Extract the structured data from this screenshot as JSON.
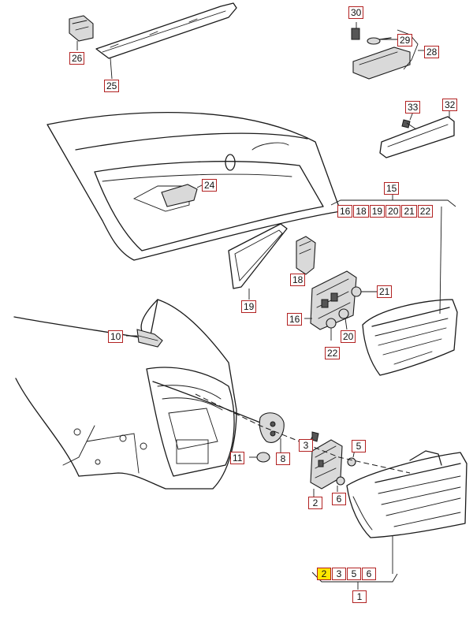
{
  "diagram": {
    "highlight_color": "#ffe600",
    "callout_border_color": "#b22222",
    "callouts": [
      {
        "id": "c26",
        "label": "26"
      },
      {
        "id": "c25",
        "label": "25"
      },
      {
        "id": "c30",
        "label": "30"
      },
      {
        "id": "c29",
        "label": "29"
      },
      {
        "id": "c28",
        "label": "28"
      },
      {
        "id": "c33",
        "label": "33"
      },
      {
        "id": "c32",
        "label": "32"
      },
      {
        "id": "c24",
        "label": "24"
      },
      {
        "id": "c15",
        "label": "15"
      },
      {
        "id": "c18",
        "label": "18"
      },
      {
        "id": "c19",
        "label": "19"
      },
      {
        "id": "c21",
        "label": "21"
      },
      {
        "id": "c16",
        "label": "16"
      },
      {
        "id": "c20",
        "label": "20"
      },
      {
        "id": "c22",
        "label": "22"
      },
      {
        "id": "c10",
        "label": "10"
      },
      {
        "id": "c11",
        "label": "11"
      },
      {
        "id": "c8",
        "label": "8"
      },
      {
        "id": "c3",
        "label": "3"
      },
      {
        "id": "c5",
        "label": "5"
      },
      {
        "id": "c2",
        "label": "2"
      },
      {
        "id": "c6",
        "label": "6"
      },
      {
        "id": "c1",
        "label": "1"
      }
    ],
    "group_15": [
      "16",
      "18",
      "19",
      "20",
      "21",
      "22"
    ],
    "group_1": [
      "2",
      "3",
      "5",
      "6"
    ]
  }
}
